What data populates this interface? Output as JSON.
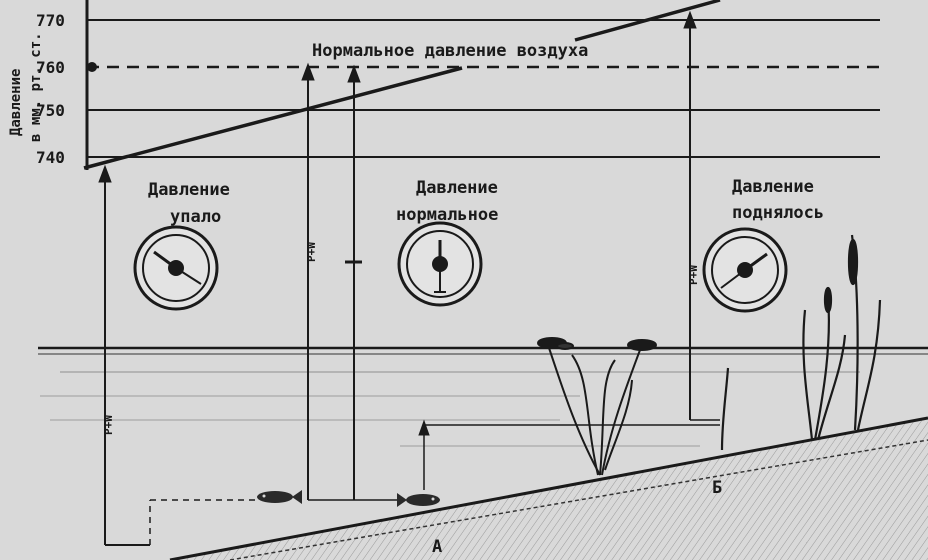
{
  "axis": {
    "title_line1": "Давление",
    "title_line2": "в мм. рт. ст.",
    "ticks": [
      "770",
      "760",
      "750",
      "740"
    ]
  },
  "normal_pressure_label": "Нормальное давление воздуха",
  "gauges": [
    {
      "caption_line1": "Давление",
      "caption_line2": "упало",
      "state": "fallen"
    },
    {
      "caption_line1": "Давление",
      "caption_line2": "нормальное",
      "state": "normal"
    },
    {
      "caption_line1": "Давление",
      "caption_line2": "поднялось",
      "state": "risen"
    }
  ],
  "depth_marks": [
    "P+W",
    "P+W",
    "P+W"
  ],
  "points": {
    "a": "А",
    "b": "Б"
  },
  "colors": {
    "ink": "#1a1a1a",
    "paper": "#d9d9d9",
    "shade": "#c8c8c8"
  }
}
